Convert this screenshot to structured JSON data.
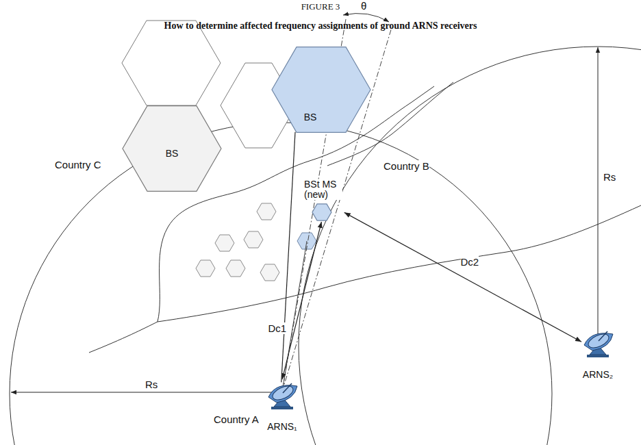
{
  "diagram": {
    "title": "FIGURE 3",
    "caption": "How to determine affected frequency assignments of ground ARNS receivers",
    "nodes": [
      {
        "text": [
          "BS"
        ]
      },
      {
        "text": [
          "BS"
        ]
      },
      {
        "text": [
          "BSt MS (new)"
        ]
      },
      {
        "text": [
          "ARNS₁"
        ]
      },
      {
        "text": [
          "ARNS₂"
        ]
      }
    ],
    "edges": [
      {
        "from": 3,
        "to": 0,
        "arrow": "none"
      },
      {
        "from": 2,
        "to": 3,
        "label": "Dc1",
        "arrow": "both"
      },
      {
        "from": 2,
        "to": 4,
        "label": "Dc2",
        "arrow": "both"
      }
    ],
    "labels": [
      "θ",
      "Country C",
      "Country B",
      "Country A",
      "Rs",
      "Rs"
    ]
  }
}
